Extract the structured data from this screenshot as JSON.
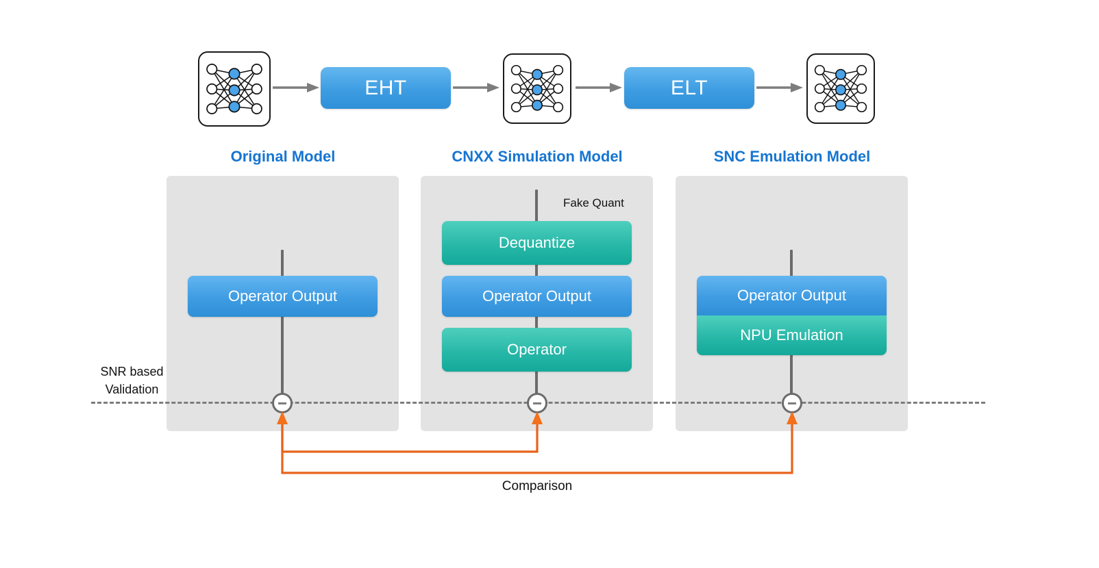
{
  "colors": {
    "accent_blue": "#1675d1",
    "box_blue": "#3f9ce2",
    "box_teal": "#25b6a6",
    "panel_gray": "#e3e3e3",
    "line_gray": "#6b6b6b",
    "connector_orange": "#e8631a",
    "node_blue": "#4aa3e8"
  },
  "pipeline": {
    "icons": [
      {
        "name": "neural-network-icon-original"
      },
      {
        "name": "neural-network-icon-simulation"
      },
      {
        "name": "neural-network-icon-emulation"
      }
    ],
    "stages": [
      {
        "label": "EHT"
      },
      {
        "label": "ELT"
      }
    ],
    "arrows": [
      {
        "name": "flow-arrow-1"
      },
      {
        "name": "flow-arrow-2"
      },
      {
        "name": "flow-arrow-3"
      },
      {
        "name": "flow-arrow-4"
      }
    ]
  },
  "columns": [
    {
      "header": "Original Model",
      "blocks": [
        {
          "label": "Operator Output",
          "style": "blue"
        }
      ]
    },
    {
      "header": "CNXX Simulation Model",
      "annotation": "Fake Quant",
      "blocks": [
        {
          "label": "Dequantize",
          "style": "teal"
        },
        {
          "label": "Operator Output",
          "style": "blue"
        },
        {
          "label": "Operator",
          "style": "teal"
        }
      ]
    },
    {
      "header": "SNC Emulation Model",
      "blocks": [
        {
          "label": "Operator Output",
          "style": "blue"
        },
        {
          "label": "NPU Emulation",
          "style": "teal"
        }
      ]
    }
  ],
  "validation": {
    "label_line1": "SNR based",
    "label_line2": "Validation"
  },
  "comparison": {
    "label": "Comparison"
  }
}
